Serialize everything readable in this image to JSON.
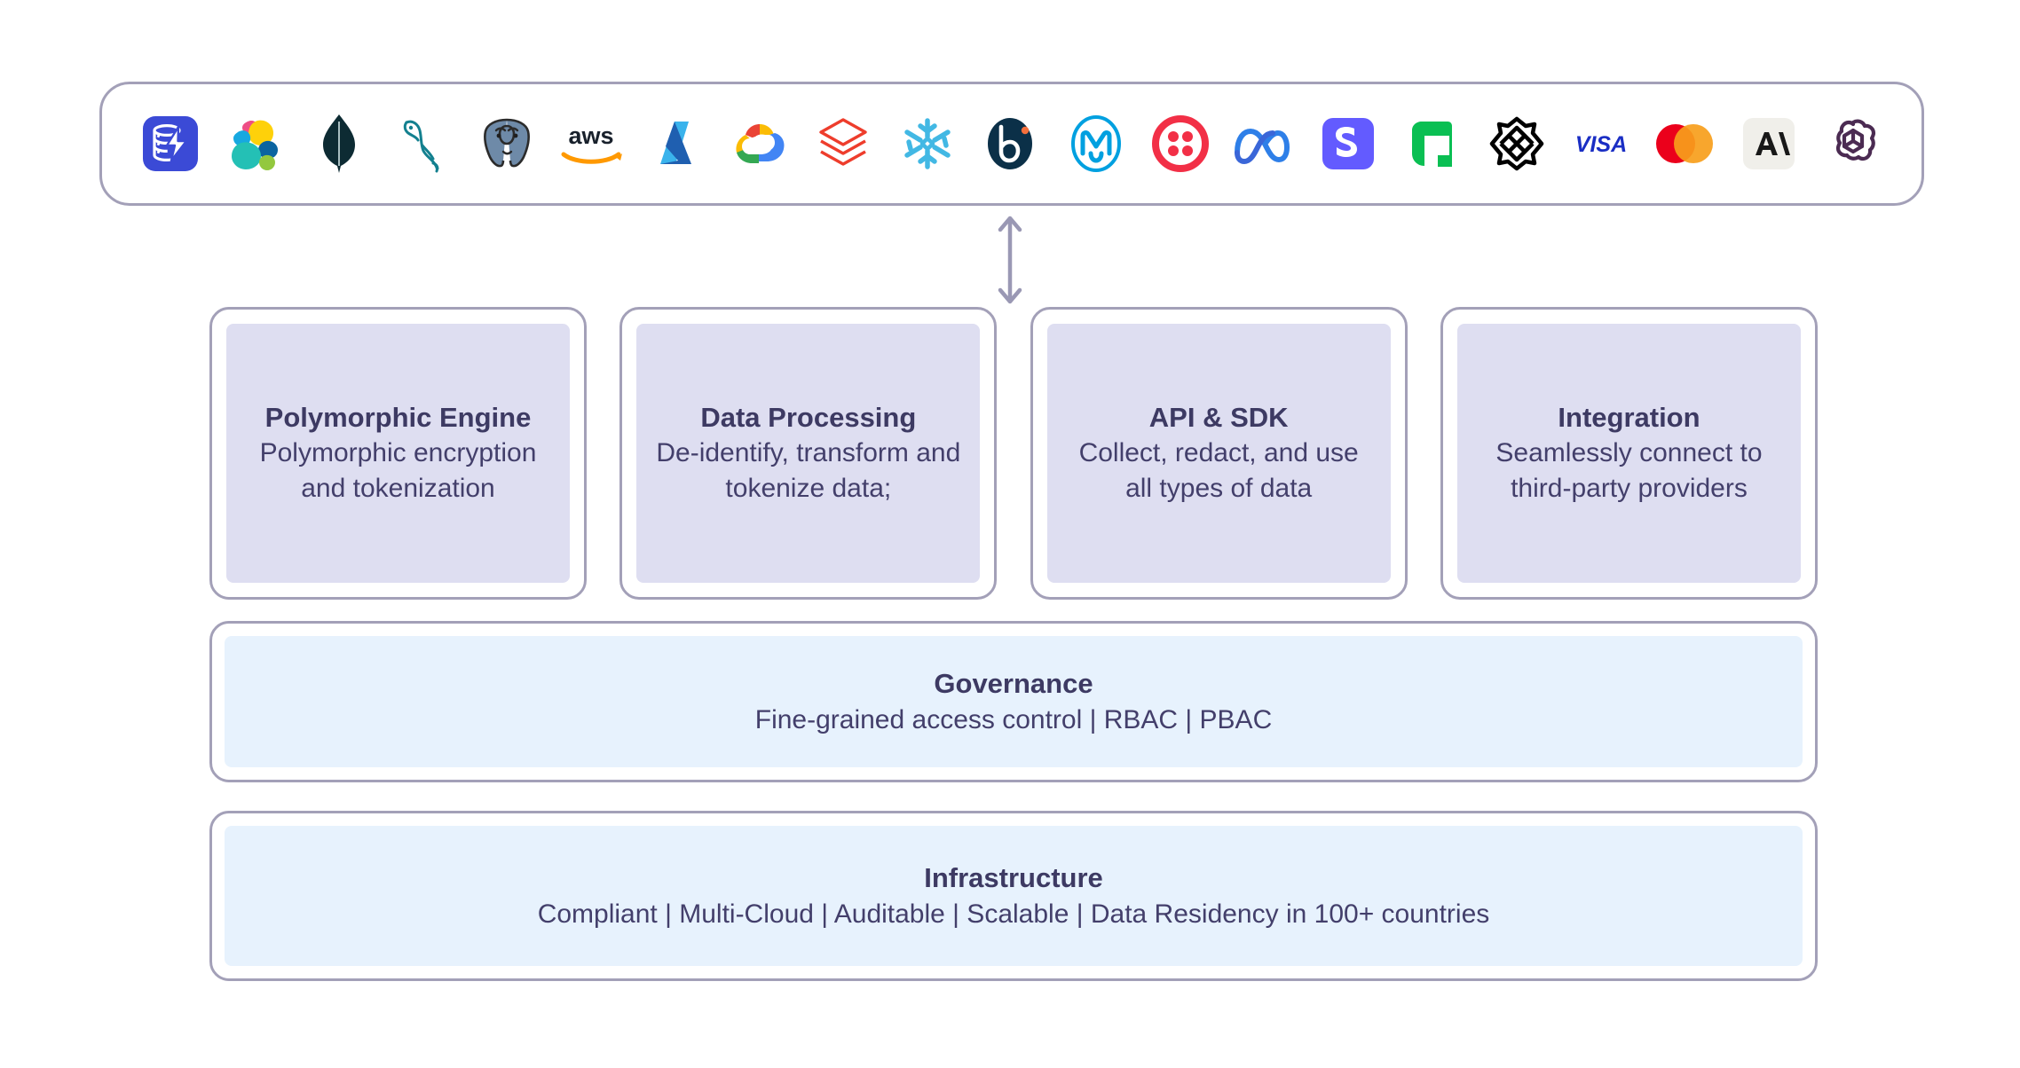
{
  "colors": {
    "outline": "#a3a0b8",
    "card_fill": "#dedef1",
    "bar_fill": "#e7f2fd",
    "title_text": "#3d3a63",
    "body_text": "#433f6b",
    "background": "#ffffff"
  },
  "logo_bar": {
    "logos": [
      {
        "name": "database-lightning-icon",
        "label": "Database"
      },
      {
        "name": "elastic-icon",
        "label": "Elastic"
      },
      {
        "name": "mongodb-icon",
        "label": "MongoDB"
      },
      {
        "name": "mysql-icon",
        "label": "MySQL"
      },
      {
        "name": "postgresql-icon",
        "label": "PostgreSQL"
      },
      {
        "name": "aws-icon",
        "label": "aws"
      },
      {
        "name": "azure-icon",
        "label": "Microsoft Azure"
      },
      {
        "name": "google-cloud-icon",
        "label": "Google Cloud"
      },
      {
        "name": "databricks-icon",
        "label": "Databricks"
      },
      {
        "name": "snowflake-icon",
        "label": "Snowflake"
      },
      {
        "name": "braze-icon",
        "label": "Braze"
      },
      {
        "name": "mulesoft-icon",
        "label": "MuleSoft"
      },
      {
        "name": "twilio-icon",
        "label": "Twilio"
      },
      {
        "name": "meta-icon",
        "label": "Meta"
      },
      {
        "name": "stripe-icon",
        "label": "Stripe"
      },
      {
        "name": "adyen-icon",
        "label": "Adyen"
      },
      {
        "name": "plaid-icon",
        "label": "Plaid"
      },
      {
        "name": "visa-icon",
        "label": "VISA"
      },
      {
        "name": "mastercard-icon",
        "label": "Mastercard"
      },
      {
        "name": "anthropic-icon",
        "label": "Anthropic"
      },
      {
        "name": "openai-icon",
        "label": "OpenAI"
      }
    ]
  },
  "connector": {
    "name": "bidirectional-arrow",
    "direction": "up-down"
  },
  "cards": [
    {
      "title": "Polymorphic Engine",
      "description": "Polymorphic encryption and tokenization"
    },
    {
      "title": "Data Processing",
      "description": "De-identify, transform and tokenize data;"
    },
    {
      "title": "API & SDK",
      "description": "Collect, redact, and use all types of data"
    },
    {
      "title": "Integration",
      "description": "Seamlessly connect to third-party providers"
    }
  ],
  "governance": {
    "title": "Governance",
    "description": "Fine-grained access control | RBAC | PBAC"
  },
  "infrastructure": {
    "title": "Infrastructure",
    "description": "Compliant | Multi-Cloud | Auditable | Scalable  | Data Residency in 100+ countries"
  }
}
